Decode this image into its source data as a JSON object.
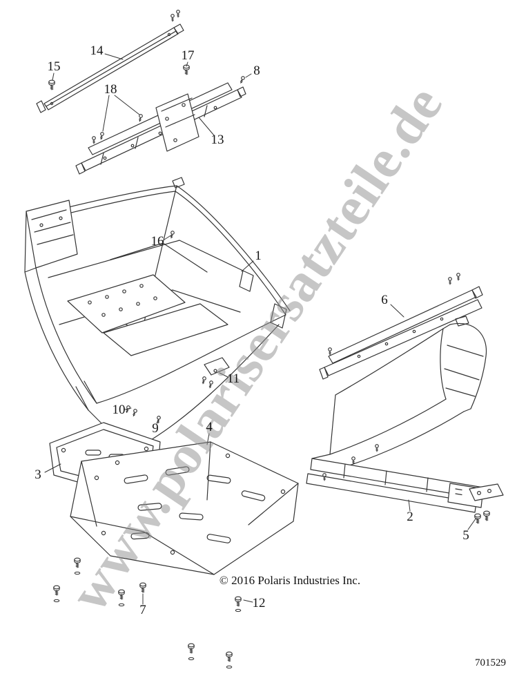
{
  "watermark": {
    "text": "www.polarisersatzteile.de"
  },
  "copyright": "© 2016 Polaris Industries Inc.",
  "part_number": "701529",
  "diagram": {
    "type": "exploded-parts-diagram",
    "subject": "chassis main frame and skid plates",
    "line_color": "#333333",
    "background": "#ffffff"
  },
  "callouts": [
    {
      "label": "1"
    },
    {
      "label": "2"
    },
    {
      "label": "3"
    },
    {
      "label": "4"
    },
    {
      "label": "5"
    },
    {
      "label": "6"
    },
    {
      "label": "7"
    },
    {
      "label": "8"
    },
    {
      "label": "9"
    },
    {
      "label": "10"
    },
    {
      "label": "11"
    },
    {
      "label": "12"
    },
    {
      "label": "13"
    },
    {
      "label": "14"
    },
    {
      "label": "15"
    },
    {
      "label": "16"
    },
    {
      "label": "17"
    },
    {
      "label": "18"
    }
  ]
}
